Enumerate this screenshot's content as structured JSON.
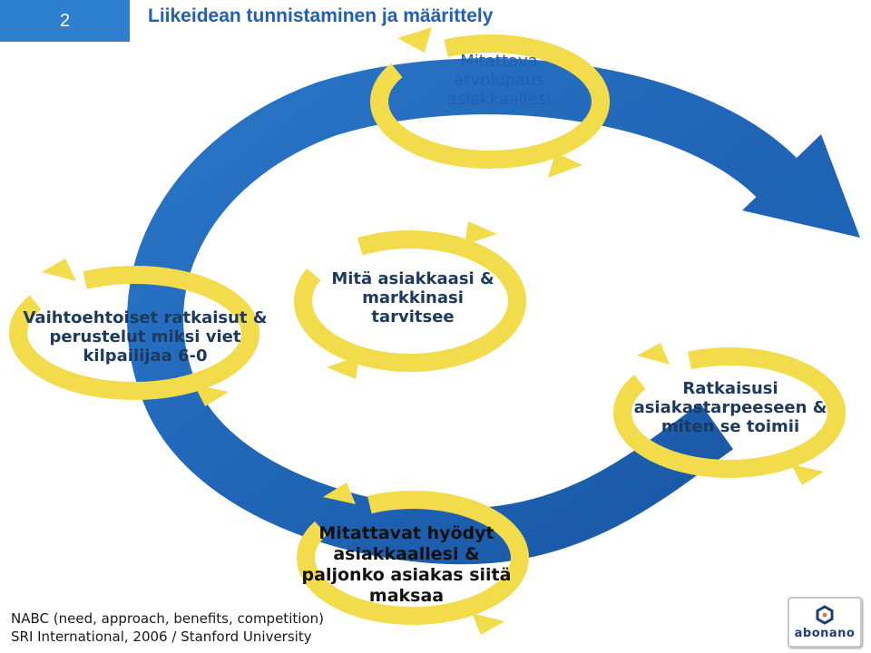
{
  "header": {
    "slide_number": "2",
    "title": "Liikeidean tunnistaminen ja määrittely"
  },
  "cycle": {
    "items": [
      {
        "id": "value-promise",
        "lines": [
          "Mitattava",
          "arvolupaus",
          "asiakkaallesi"
        ]
      },
      {
        "id": "need",
        "lines": [
          "Mitä asiakkaasi &",
          "markkinasi",
          "tarvitsee"
        ]
      },
      {
        "id": "approach",
        "lines": [
          "Ratkaisusi",
          "asiakastarpeeseen &",
          "miten se toimii"
        ]
      },
      {
        "id": "benefits",
        "lines": [
          "Mitattavat hyödyt",
          "asiakkaallesi &",
          "paljonko asiakas siitä",
          "maksaa"
        ]
      },
      {
        "id": "competition",
        "lines": [
          "Vaihtoehtoiset ratkaisut &",
          "perustelut miksi  viet",
          "kilpailijaa 6-0"
        ]
      }
    ]
  },
  "source": {
    "lines": [
      "NABC (need, approach, benefits, competition)",
      "SRI International, 2006 / Stanford University"
    ]
  },
  "logo": {
    "text": "abonano"
  },
  "colors": {
    "blue_arrow": "#1f63b5",
    "yellow_ring": "#f3dc4b",
    "slide_number_bg": "#2f7fd0",
    "title": "#1f5fb4"
  }
}
